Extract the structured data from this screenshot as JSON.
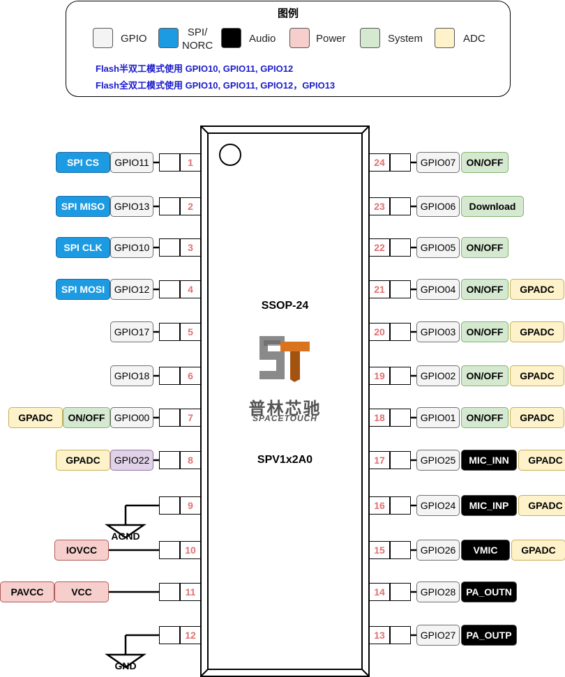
{
  "legend": {
    "title": "图例",
    "items": [
      {
        "label": "GPIO",
        "color": "#f4f4f4"
      },
      {
        "label": "SPI/\nNORC",
        "color": "#1d9be2"
      },
      {
        "label": "Audio",
        "color": "#000000"
      },
      {
        "label": "Power",
        "color": "#f6cfcd"
      },
      {
        "label": "System",
        "color": "#d5e9d0"
      },
      {
        "label": "ADC",
        "color": "#fdf2c9"
      }
    ],
    "notes": [
      "Flash半双工模式使用 GPIO10, GPIO11, GPIO12",
      "Flash全双工模式使用 GPIO10, GPIO11, GPIO12，GPIO13"
    ]
  },
  "chip": {
    "package": "SSOP-24",
    "brand_cn": "普林芯驰",
    "brand_en": "SPACETOUCH",
    "part": "SPV1x2A0"
  },
  "left_pins": [
    {
      "num": "1",
      "tags": [
        {
          "t": "SPI CS",
          "k": "spi"
        },
        {
          "t": "GPIO11",
          "k": "gpio"
        }
      ]
    },
    {
      "num": "2",
      "tags": [
        {
          "t": "SPI MISO",
          "k": "spi"
        },
        {
          "t": "GPIO13",
          "k": "gpio"
        }
      ]
    },
    {
      "num": "3",
      "tags": [
        {
          "t": "SPI CLK",
          "k": "spi"
        },
        {
          "t": "GPIO10",
          "k": "gpio"
        }
      ]
    },
    {
      "num": "4",
      "tags": [
        {
          "t": "SPI MOSI",
          "k": "spi"
        },
        {
          "t": "GPIO12",
          "k": "gpio"
        }
      ]
    },
    {
      "num": "5",
      "tags": [
        {
          "t": "GPIO17",
          "k": "gpio"
        }
      ]
    },
    {
      "num": "6",
      "tags": [
        {
          "t": "GPIO18",
          "k": "gpio"
        }
      ]
    },
    {
      "num": "7",
      "tags": [
        {
          "t": "GPADC",
          "k": "adc"
        },
        {
          "t": "ON/OFF",
          "k": "sys"
        },
        {
          "t": "GPIO00",
          "k": "gpio"
        }
      ]
    },
    {
      "num": "8",
      "tags": [
        {
          "t": "GPADC",
          "k": "adc"
        },
        {
          "t": "GPIO22",
          "k": "g22"
        }
      ]
    },
    {
      "num": "9",
      "ground": "AGND"
    },
    {
      "num": "10",
      "tags": [
        {
          "t": "IOVCC",
          "k": "power"
        }
      ],
      "wire": true
    },
    {
      "num": "11",
      "tags": [
        {
          "t": "PAVCC",
          "k": "power"
        },
        {
          "t": "VCC",
          "k": "power"
        }
      ],
      "wire": true
    },
    {
      "num": "12",
      "ground": "GND"
    }
  ],
  "right_pins": [
    {
      "num": "24",
      "tags": [
        {
          "t": "GPIO07",
          "k": "gpio"
        },
        {
          "t": "ON/OFF",
          "k": "sys"
        }
      ]
    },
    {
      "num": "23",
      "tags": [
        {
          "t": "GPIO06",
          "k": "gpio"
        },
        {
          "t": "Download",
          "k": "sys"
        }
      ]
    },
    {
      "num": "22",
      "tags": [
        {
          "t": "GPIO05",
          "k": "gpio"
        },
        {
          "t": "ON/OFF",
          "k": "sys"
        }
      ]
    },
    {
      "num": "21",
      "tags": [
        {
          "t": "GPIO04",
          "k": "gpio"
        },
        {
          "t": "ON/OFF",
          "k": "sys"
        },
        {
          "t": "GPADC",
          "k": "adc"
        }
      ]
    },
    {
      "num": "20",
      "tags": [
        {
          "t": "GPIO03",
          "k": "gpio"
        },
        {
          "t": "ON/OFF",
          "k": "sys"
        },
        {
          "t": "GPADC",
          "k": "adc"
        }
      ]
    },
    {
      "num": "19",
      "tags": [
        {
          "t": "GPIO02",
          "k": "gpio"
        },
        {
          "t": "ON/OFF",
          "k": "sys"
        },
        {
          "t": "GPADC",
          "k": "adc"
        }
      ]
    },
    {
      "num": "18",
      "tags": [
        {
          "t": "GPIO01",
          "k": "gpio"
        },
        {
          "t": "ON/OFF",
          "k": "sys"
        },
        {
          "t": "GPADC",
          "k": "adc"
        }
      ]
    },
    {
      "num": "17",
      "tags": [
        {
          "t": "GPIO25",
          "k": "gpio"
        },
        {
          "t": "MIC_INN",
          "k": "audio"
        },
        {
          "t": "GPADC",
          "k": "adc"
        }
      ]
    },
    {
      "num": "16",
      "tags": [
        {
          "t": "GPIO24",
          "k": "gpio"
        },
        {
          "t": "MIC_INP",
          "k": "audio"
        },
        {
          "t": "GPADC",
          "k": "adc"
        }
      ]
    },
    {
      "num": "15",
      "tags": [
        {
          "t": "GPIO26",
          "k": "gpio"
        },
        {
          "t": "VMIC",
          "k": "audio"
        },
        {
          "t": "GPADC",
          "k": "adc"
        }
      ]
    },
    {
      "num": "14",
      "tags": [
        {
          "t": "GPIO28",
          "k": "gpio"
        },
        {
          "t": "PA_OUTN",
          "k": "audio"
        }
      ]
    },
    {
      "num": "13",
      "tags": [
        {
          "t": "GPIO27",
          "k": "gpio"
        },
        {
          "t": "PA_OUTP",
          "k": "audio"
        }
      ]
    }
  ]
}
